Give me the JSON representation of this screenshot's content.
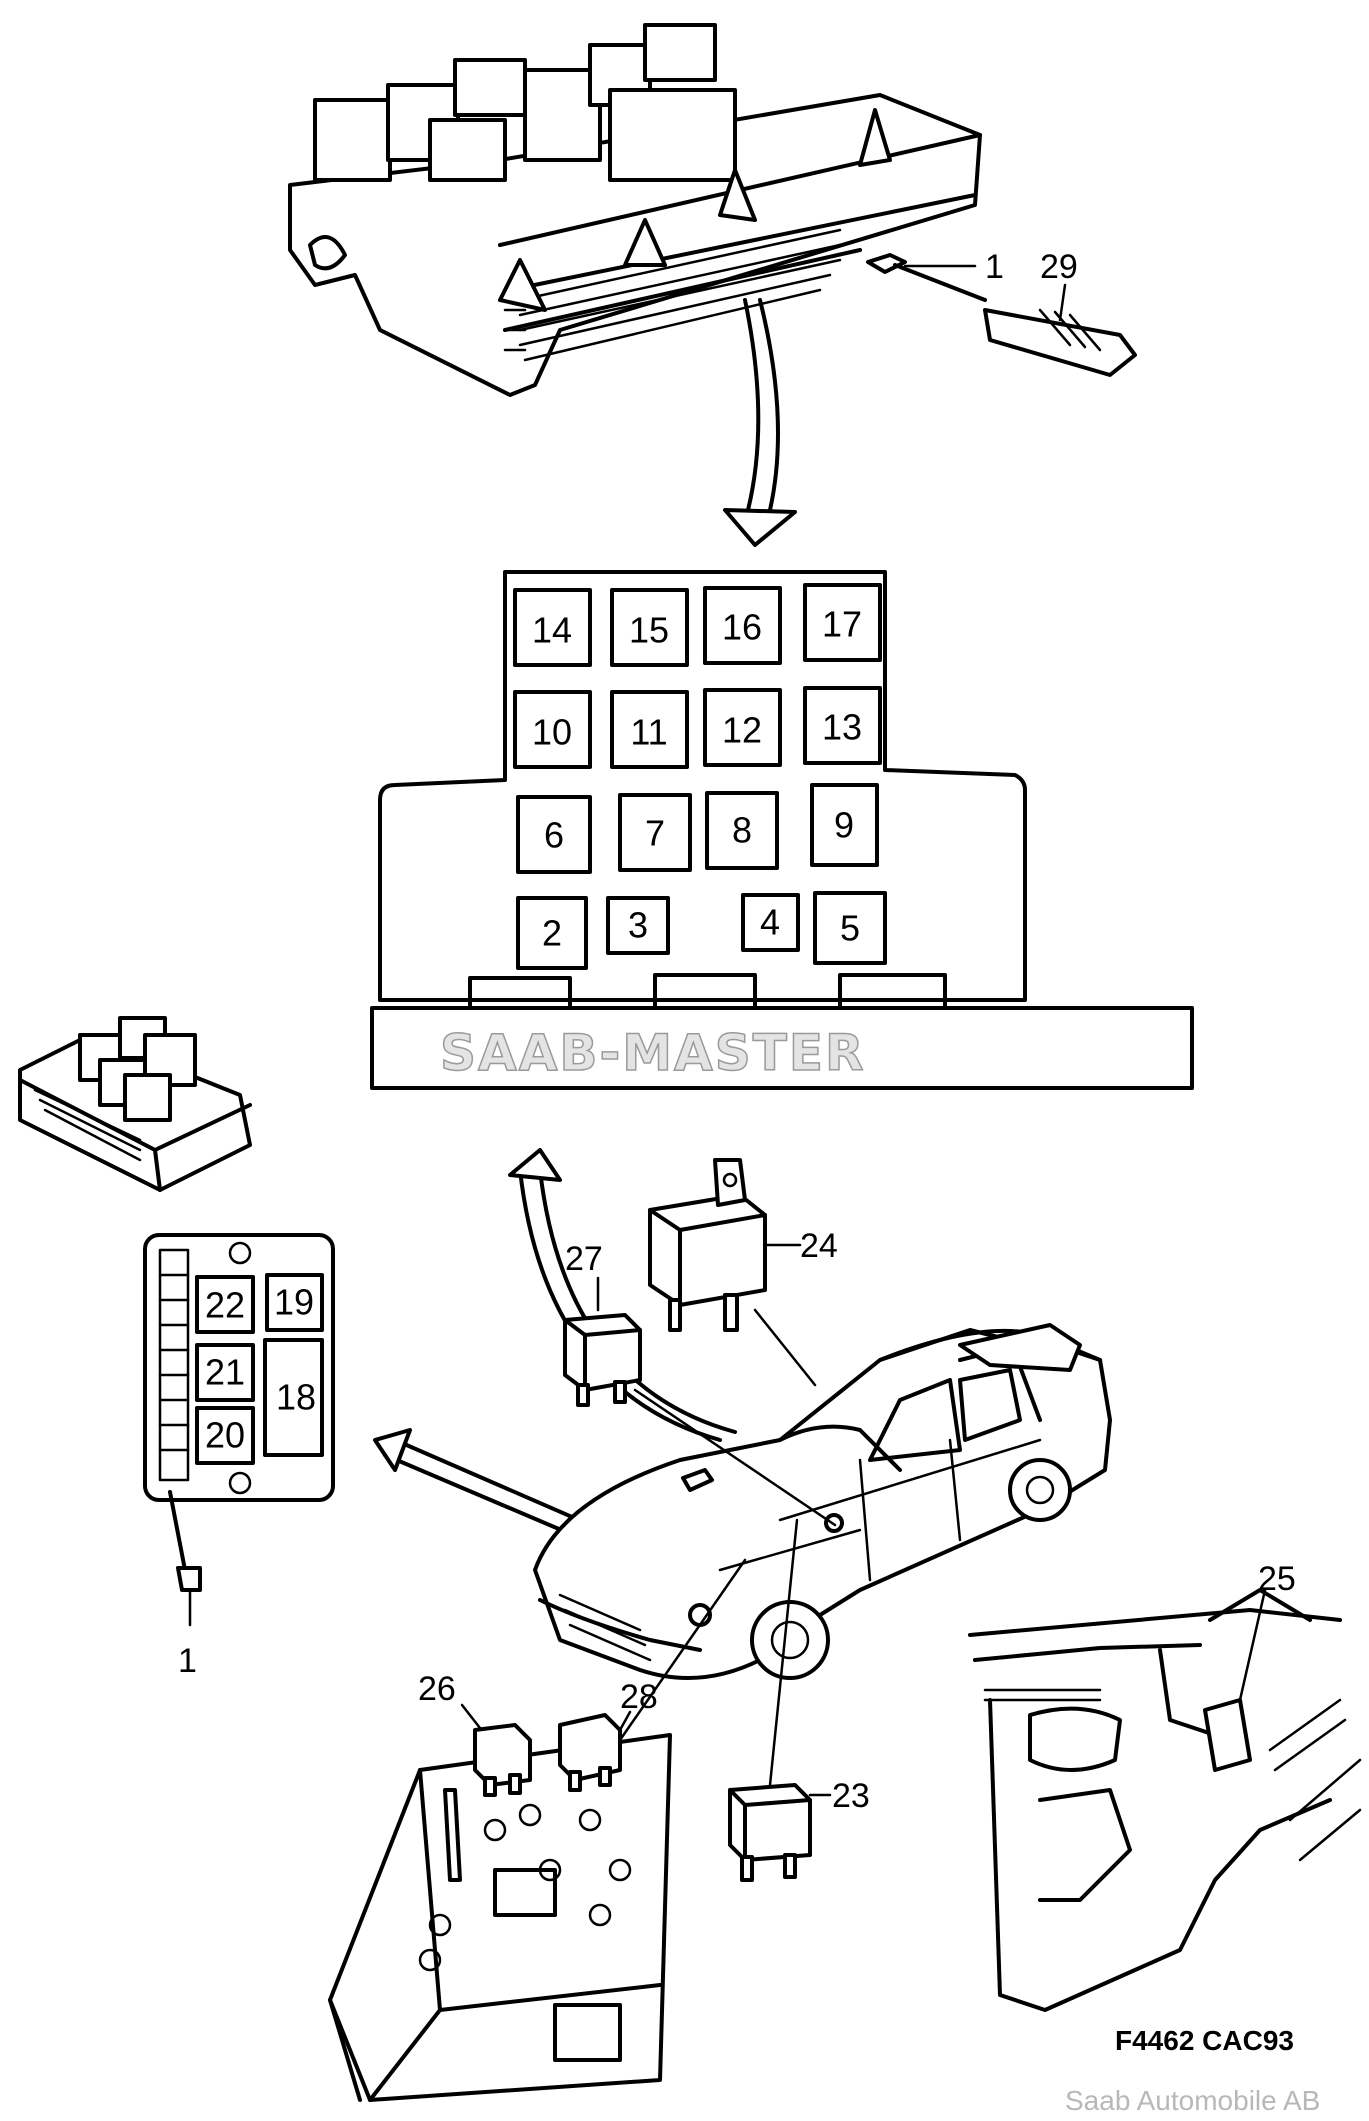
{
  "drawing_code": "F4462  CAC93",
  "credit": "Saab Automobile AB",
  "watermark": "SAAB-MASTER",
  "main_box_positions": [
    "14",
    "15",
    "16",
    "17",
    "10",
    "11",
    "12",
    "13",
    "6",
    "7",
    "8",
    "9",
    "2",
    "3",
    "4",
    "5"
  ],
  "aux_box_positions": [
    "22",
    "19",
    "21",
    "18",
    "20"
  ],
  "callouts": {
    "top_fuse_clip": "1",
    "fuse_puller": "29",
    "aux_fuse_clip": "1",
    "relay_24": "24",
    "relay_27": "27",
    "relay_23": "23",
    "relay_25": "25",
    "relay_26": "26",
    "relay_28": "28"
  }
}
